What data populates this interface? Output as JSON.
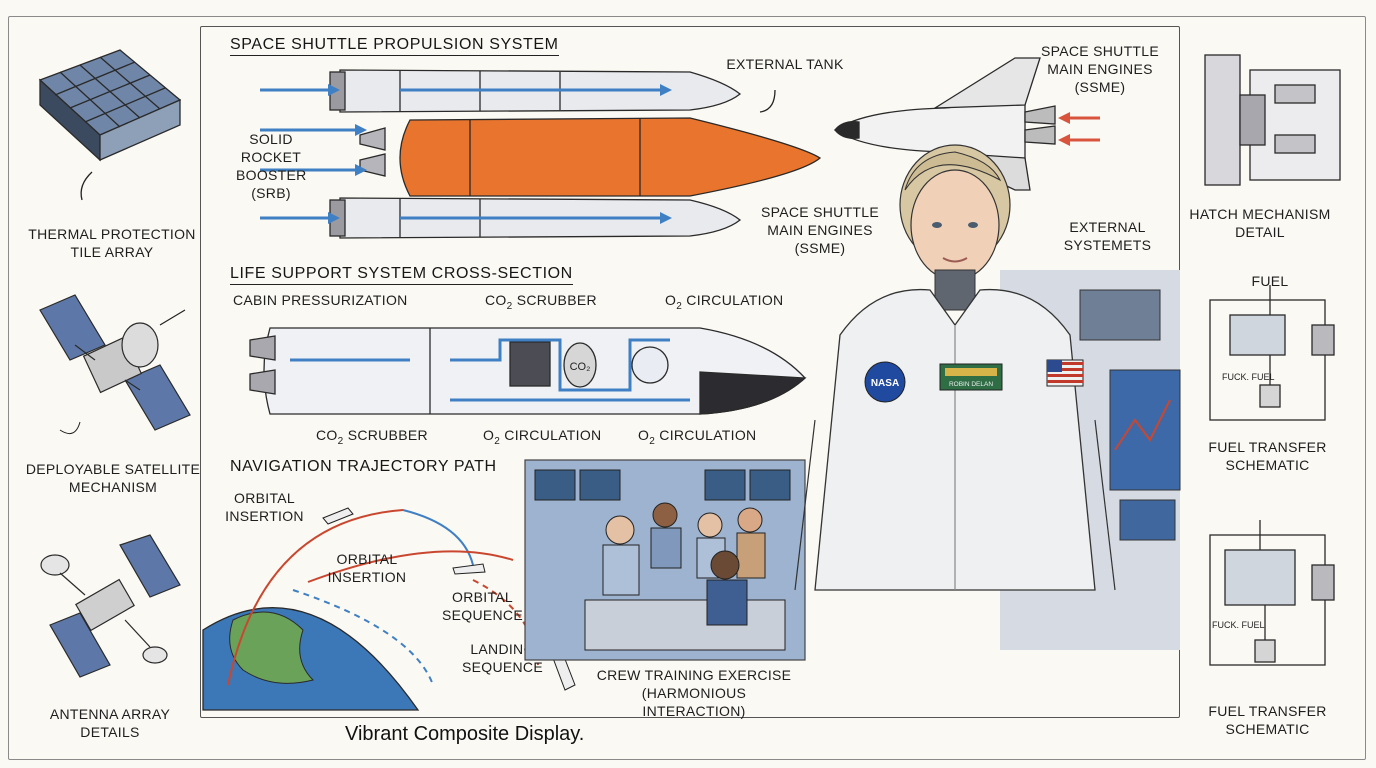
{
  "left_panel": {
    "thermal_label": "Thermal Protection Tile Array",
    "satellite_label": "Deployable Satellite Mechanism",
    "antenna_label": "Antenna Array Details"
  },
  "propulsion": {
    "heading": "Space Shuttle Propulsion System",
    "external_tank": "External Tank",
    "srb_label": "Solid Rocket Booster (SRB)",
    "ssme_top": "Space Shuttle Main Engines (SSME)",
    "ssme_bottom": "Space Shuttle Main Engines (SSME)",
    "external_systems": "External Systemets"
  },
  "life_support": {
    "heading": "Life Support System Cross-Section",
    "cabin_pressurization": "Cabin Pressurization",
    "co2_scrubber_top": "CO",
    "co2_scrubber_top_suffix": "Scrubber",
    "o2_circ_top": "O",
    "o2_circ_top_suffix": "Circulation",
    "co2_scrubber_bottom": "CO",
    "co2_scrubber_bottom_suffix": "Scrubber",
    "o2_circ_bottom_1": "O",
    "o2_circ_bottom_1_suffix": "Circulation",
    "o2_circ_bottom_2": "O",
    "o2_circ_bottom_2_suffix": "Circulation",
    "co2_tank_label": "CO",
    "sub_2": "2"
  },
  "navigation": {
    "heading": "Navigation Trajectory Path",
    "orbital_insertion_1": "Orbital Insertion",
    "orbital_insertion_2": "Orbital Insertion",
    "orbital_sequence": "Orbital Sequence",
    "landing_sequence": "Landing Sequence"
  },
  "crew": {
    "label": "Crew Training Exercise (Harmonious Interaction)",
    "patch_text": "NASA",
    "name_tag": "ROBIN DELAN"
  },
  "right_panel": {
    "hatch_label": "Hatch Mechanism Detail",
    "fuel_top": "Fuel",
    "fuel_small_1": "FUCK. FUEL",
    "fuel_transfer_1": "Fuel Transfer Schematic",
    "fuel_small_2": "FUCK. FUEL",
    "fuel_transfer_2": "Fuel Transfer Schematic"
  },
  "caption": "Vibrant Composite Display.",
  "colors": {
    "tank_orange": "#e8742d",
    "flow_blue": "#3f7fc4",
    "flow_red": "#d8543c",
    "ink": "#1e1e1e",
    "suit": "#eef0f2"
  }
}
